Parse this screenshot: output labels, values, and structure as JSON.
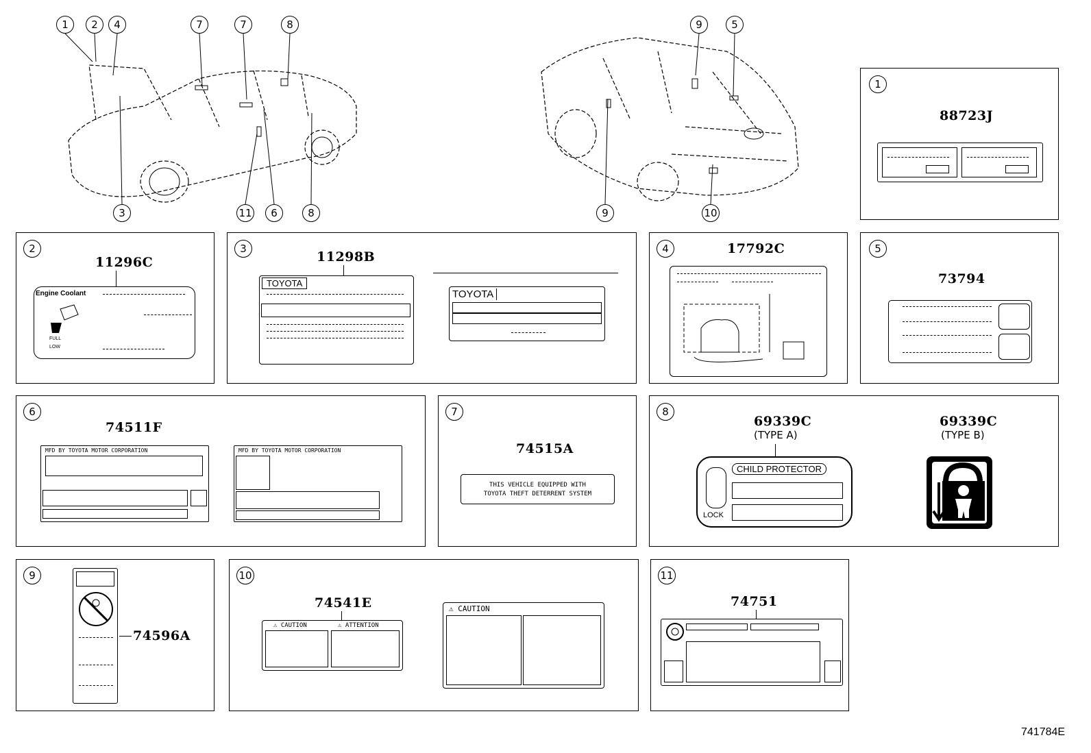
{
  "diagram_id": "741784E",
  "callouts": [
    "1",
    "2",
    "4",
    "7",
    "7",
    "8",
    "3",
    "11",
    "6",
    "8",
    "9",
    "5",
    "9",
    "10"
  ],
  "panels": [
    {
      "num": "1",
      "part": "88723J"
    },
    {
      "num": "2",
      "part": "11296C",
      "labels": [
        "Engine Coolant",
        "FULL",
        "LOW"
      ]
    },
    {
      "num": "3",
      "part": "11298B",
      "labels": [
        "TOYOTA",
        "TOYOTA"
      ]
    },
    {
      "num": "4",
      "part": "17792C"
    },
    {
      "num": "5",
      "part": "73794"
    },
    {
      "num": "6",
      "part": "74511F",
      "labels": [
        "MFD BY TOYOTA MOTOR CORPORATION",
        "MFD BY TOYOTA MOTOR CORPORATION"
      ]
    },
    {
      "num": "7",
      "part": "74515A",
      "labels": [
        "THIS VEHICLE EQUIPPED WITH",
        "TOYOTA THEFT DETERRENT SYSTEM"
      ]
    },
    {
      "num": "8",
      "part_a": "69339C",
      "type_a": "(TYPE A)",
      "part_b": "69339C",
      "type_b": "(TYPE B)",
      "labels": [
        "CHILD PROTECTOR",
        "LOCK"
      ]
    },
    {
      "num": "9",
      "part": "74596A"
    },
    {
      "num": "10",
      "part": "74541E",
      "labels": [
        "CAUTION",
        "ATTENTION",
        "CAUTION"
      ]
    },
    {
      "num": "11",
      "part": "74751"
    }
  ]
}
